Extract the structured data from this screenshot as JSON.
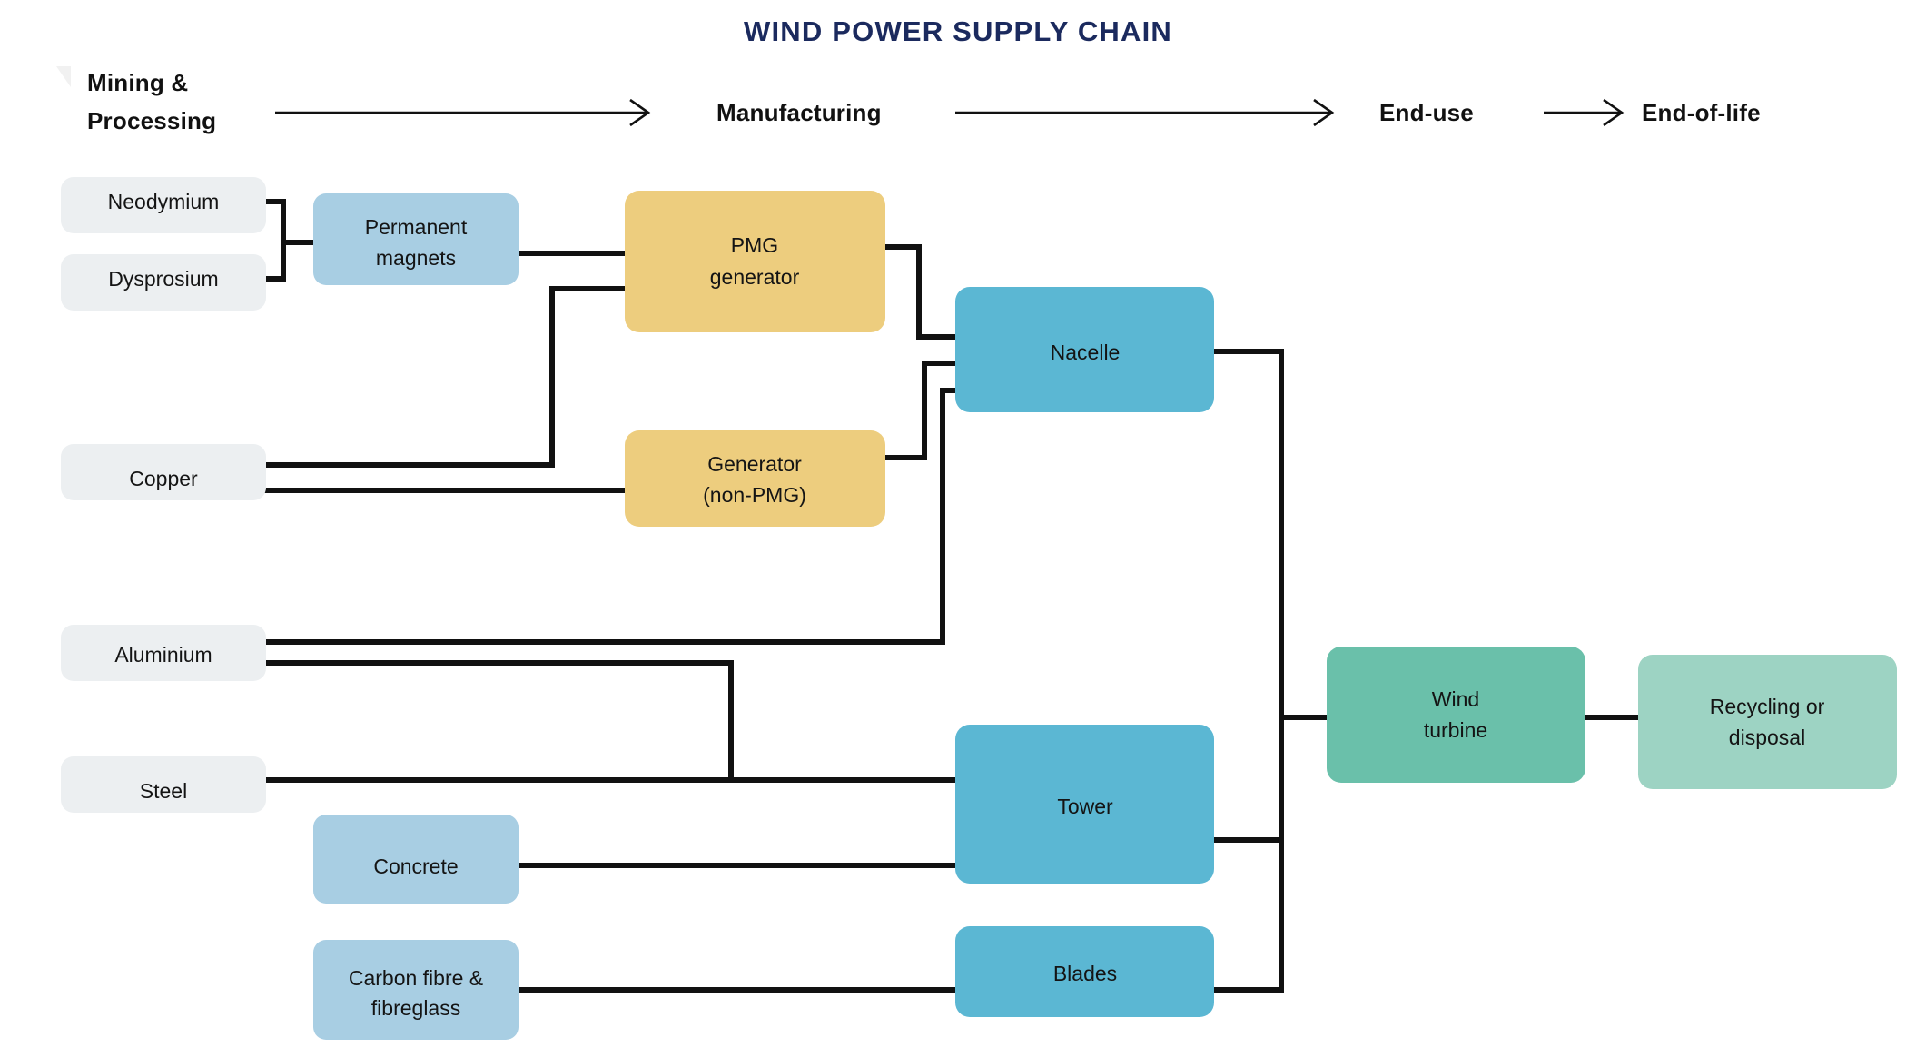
{
  "header": {
    "title": "WIND POWER SUPPLY CHAIN",
    "title_color": "#1b2a5e",
    "stages": [
      {
        "id": "mining",
        "label": "Mining & Processing",
        "line1": "Mining &",
        "line2": "Processing"
      },
      {
        "id": "manufacturing",
        "label": "Manufacturing"
      },
      {
        "id": "end-use",
        "label": "End-use"
      },
      {
        "id": "end-of-life",
        "label": "End-of-life"
      }
    ],
    "arrow_icons": [
      "arrow-right-icon",
      "arrow-right-icon",
      "arrow-right-icon"
    ]
  },
  "palette": {
    "raw_material": "#ECEFF1",
    "component_light_blue": "#A8CEE3",
    "generator_gold": "#EDCD7E",
    "assembly_blue": "#5BB7D3",
    "turbine_green": "#6AC0AA",
    "eol_green": "#9DD3C3",
    "link": "#111111",
    "text": "#141414"
  },
  "nodes": {
    "neodymium": {
      "label": "Neodymium",
      "line1": "Neodymium",
      "line2": "",
      "category": "raw_material"
    },
    "dysprosium": {
      "label": "Dysprosium",
      "line1": "Dysprosium",
      "line2": "",
      "category": "raw_material"
    },
    "copper": {
      "label": "Copper",
      "line1": "Copper",
      "line2": "",
      "category": "raw_material"
    },
    "aluminium": {
      "label": "Aluminium",
      "line1": "Aluminium",
      "line2": "",
      "category": "raw_material"
    },
    "steel": {
      "label": "Steel",
      "line1": "Steel",
      "line2": "",
      "category": "raw_material"
    },
    "permanent_magnets": {
      "label": "Permanent magnets",
      "line1": "Permanent",
      "line2": "magnets",
      "category": "component_light_blue"
    },
    "concrete": {
      "label": "Concrete",
      "line1": "Concrete",
      "line2": "",
      "category": "component_light_blue"
    },
    "carbon_fibre": {
      "label": "Carbon fibre & fibreglass",
      "line1": "Carbon fibre &",
      "line2": "fibreglass",
      "category": "component_light_blue"
    },
    "pmg_generator": {
      "label": "PMG generator",
      "line1": "PMG",
      "line2": "generator",
      "category": "generator_gold"
    },
    "generator_non_pmg": {
      "label": "Generator (non-PMG)",
      "line1": "Generator",
      "line2": "(non-PMG)",
      "category": "generator_gold"
    },
    "nacelle": {
      "label": "Nacelle",
      "line1": "Nacelle",
      "line2": "",
      "category": "assembly_blue"
    },
    "tower": {
      "label": "Tower",
      "line1": "Tower",
      "line2": "",
      "category": "assembly_blue"
    },
    "blades": {
      "label": "Blades",
      "line1": "Blades",
      "line2": "",
      "category": "assembly_blue"
    },
    "wind_turbine": {
      "label": "Wind turbine",
      "line1": "Wind",
      "line2": "turbine",
      "category": "turbine_green"
    },
    "recycling_or_disposal": {
      "label": "Recycling or disposal",
      "line1": "Recycling or",
      "line2": "disposal",
      "category": "eol_green"
    }
  },
  "flows": [
    {
      "from": "neodymium",
      "to": "permanent_magnets"
    },
    {
      "from": "dysprosium",
      "to": "permanent_magnets"
    },
    {
      "from": "permanent_magnets",
      "to": "pmg_generator"
    },
    {
      "from": "copper",
      "to": "pmg_generator"
    },
    {
      "from": "copper",
      "to": "generator_non_pmg"
    },
    {
      "from": "pmg_generator",
      "to": "nacelle"
    },
    {
      "from": "generator_non_pmg",
      "to": "nacelle"
    },
    {
      "from": "aluminium",
      "to": "nacelle"
    },
    {
      "from": "aluminium",
      "to": "tower"
    },
    {
      "from": "steel",
      "to": "tower"
    },
    {
      "from": "concrete",
      "to": "tower"
    },
    {
      "from": "carbon_fibre",
      "to": "blades"
    },
    {
      "from": "nacelle",
      "to": "wind_turbine"
    },
    {
      "from": "tower",
      "to": "wind_turbine"
    },
    {
      "from": "blades",
      "to": "wind_turbine"
    },
    {
      "from": "wind_turbine",
      "to": "recycling_or_disposal"
    }
  ]
}
